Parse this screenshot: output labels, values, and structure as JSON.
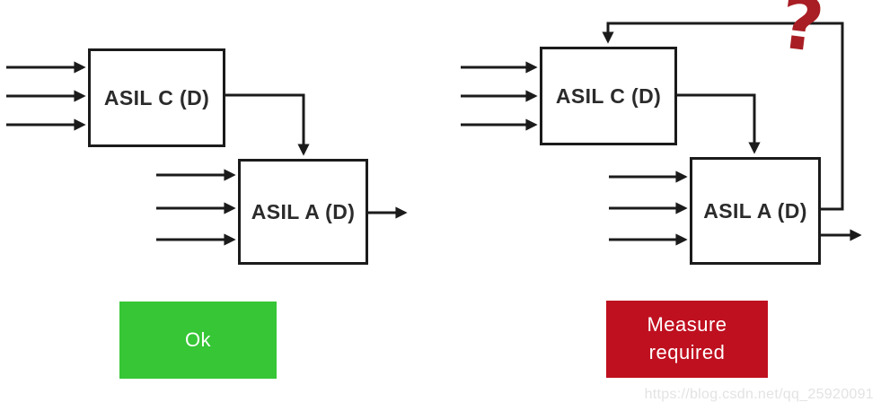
{
  "colors": {
    "background": "#ffffff",
    "line": "#1b1b1b",
    "label_text": "#2b2b2b",
    "ok_green": "#36c636",
    "measure_red": "#bf101f",
    "question_red": "#a81e24",
    "verdict_text": "#ffffff",
    "watermark": "#e3e3e3"
  },
  "left_diagram": {
    "upstream_box": "ASIL C (D)",
    "downstream_box": "ASIL A (D)",
    "verdict": "Ok"
  },
  "right_diagram": {
    "upstream_box": "ASIL C (D)",
    "downstream_box": "ASIL A (D)",
    "verdict": "Measure required",
    "question_mark": "?"
  },
  "watermark_text": "https://blog.csdn.net/qq_25920091"
}
